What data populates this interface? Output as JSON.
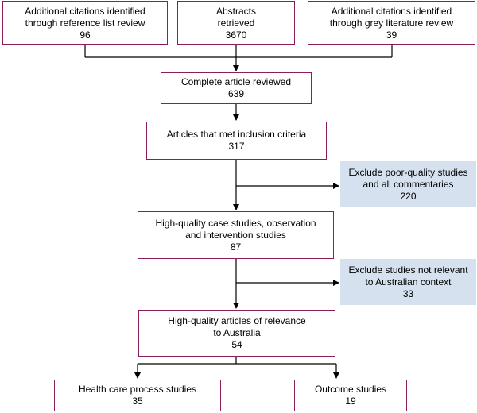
{
  "flowchart": {
    "sources": [
      {
        "label": "Additional citations identified through reference list review",
        "label_lines": [
          "Additional citations identified",
          "through reference list review"
        ],
        "count": "96"
      },
      {
        "label": "Abstracts retrieved",
        "label_lines": [
          "Abstracts",
          "retrieved"
        ],
        "count": "3670"
      },
      {
        "label": "Additional citations identified through grey literature review",
        "label_lines": [
          "Additional citations identified",
          "through grey literature review"
        ],
        "count": "39"
      }
    ],
    "complete_reviewed": {
      "label": "Complete article reviewed",
      "count": "639"
    },
    "met_criteria": {
      "label": "Articles that met inclusion criteria",
      "count": "317"
    },
    "exclude_quality": {
      "label": "Exclude poor-quality studies and all commentaries",
      "label_lines": [
        "Exclude poor-quality studies",
        "and all commentaries"
      ],
      "count": "220"
    },
    "high_quality": {
      "label": "High-quality case studies, observation and intervention studies",
      "label_lines": [
        "High-quality case studies, observation",
        "and intervention studies"
      ],
      "count": "87"
    },
    "exclude_relevance": {
      "label": "Exclude studies not relevant to Australian context",
      "label_lines": [
        "Exclude studies not relevant",
        "to Australian context"
      ],
      "count": "33"
    },
    "australia_relevant": {
      "label": "High-quality articles of relevance to Australia",
      "label_lines": [
        "High-quality articles of relevance",
        "to Australia"
      ],
      "count": "54"
    },
    "process_studies": {
      "label": "Health care process studies",
      "count": "35"
    },
    "outcome_studies": {
      "label": "Outcome studies",
      "count": "19"
    }
  },
  "colors": {
    "box_border": "#8b1e5a",
    "exclude_fill": "#d5e1ee",
    "connector": "#000000"
  }
}
